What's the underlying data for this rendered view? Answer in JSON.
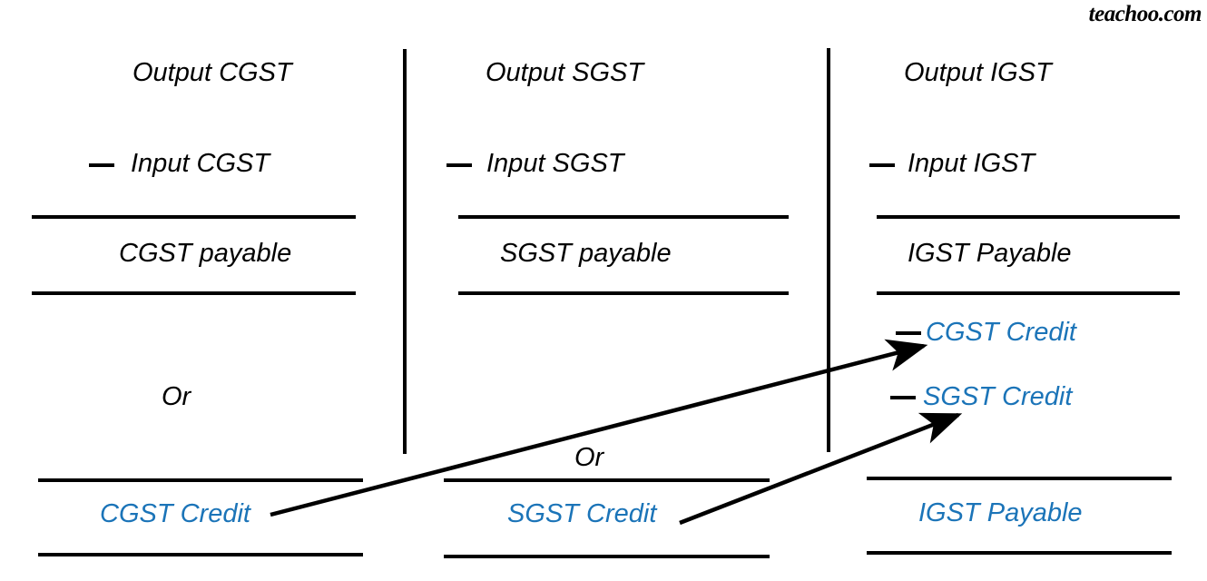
{
  "watermark": {
    "text": "teachoo.com"
  },
  "colors": {
    "ink": "#000000",
    "credit_blue": "#1b74b8"
  },
  "columns": [
    {
      "id": "cgst",
      "header": "Output CGST",
      "minus_label": "Input CGST",
      "net_label": "CGST payable",
      "or_label": "Or",
      "alt_label": "CGST Credit"
    },
    {
      "id": "sgst",
      "header": "Output SGST",
      "minus_label": "Input SGST",
      "net_label": "SGST payable",
      "or_label": "Or",
      "alt_label": "SGST Credit"
    },
    {
      "id": "igst",
      "header": "Output IGST",
      "minus_label": "Input IGST",
      "net_label": "IGST Payable",
      "credit_1": "CGST Credit",
      "credit_2": "SGST Credit",
      "alt_label": "IGST Payable"
    }
  ],
  "arrows": [
    {
      "name": "cgst-credit-to-igst",
      "from": "CGST Credit",
      "to": "CGST Credit"
    },
    {
      "name": "sgst-credit-to-igst",
      "from": "SGST Credit",
      "to": "SGST Credit"
    }
  ]
}
